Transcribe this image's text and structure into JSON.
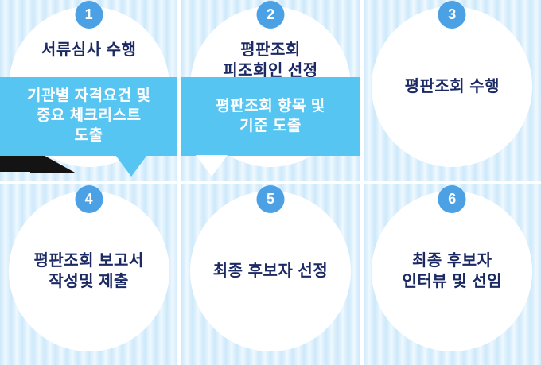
{
  "colors": {
    "stripe_light": "#eef8ff",
    "stripe_dark": "#cde9fa",
    "badge_blue": "#4ba1e3",
    "callout_blue": "#57c5f2",
    "title_navy": "#1c2a64",
    "circle_white": "#ffffff"
  },
  "steps": [
    {
      "number": "1",
      "title": "서류심사 수행",
      "note": "기관별 자격요건 및\n중요 체크리스트\n도출"
    },
    {
      "number": "2",
      "title": "평판조회\n피조회인 선정",
      "note": "평판조회 항목 및\n기준 도출"
    },
    {
      "number": "3",
      "title": "평판조회  수행"
    },
    {
      "number": "4",
      "title": "평판조회  보고서\n작성및 제출"
    },
    {
      "number": "5",
      "title": "최종 후보자 선정"
    },
    {
      "number": "6",
      "title": "최종 후보자\n인터뷰 및 선임"
    }
  ]
}
